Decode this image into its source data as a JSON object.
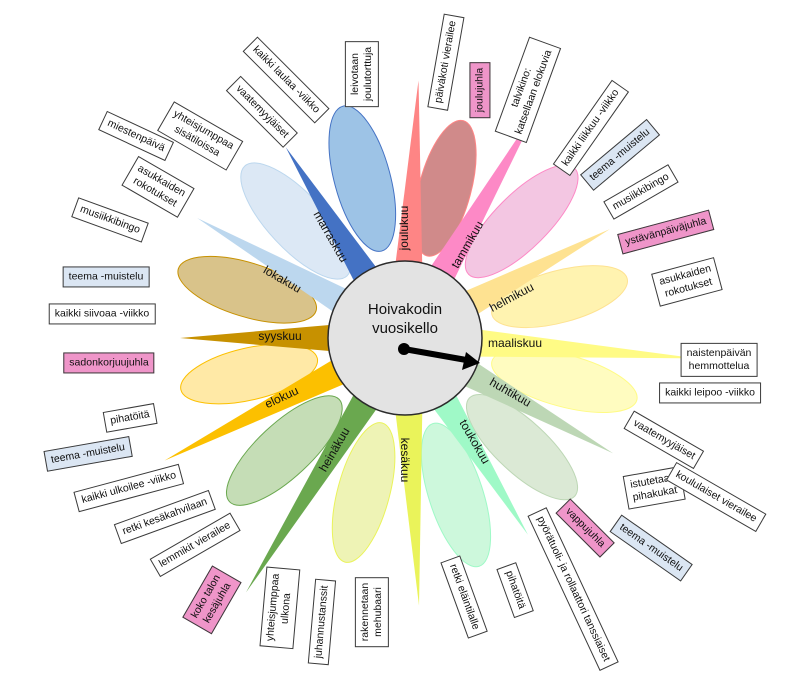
{
  "hub": {
    "title_line1": "Hoivakodin",
    "title_line2": "vuosikello"
  },
  "months": [
    {
      "label": "joulukuu",
      "color": "#fe8585"
    },
    {
      "label": "tammikuu",
      "color": "#fd89c6"
    },
    {
      "label": "helmikuu",
      "color": "#fee291"
    },
    {
      "label": "maaliskuu",
      "color": "#fffb85"
    },
    {
      "label": "huhtikuu",
      "color": "#bdd7b5"
    },
    {
      "label": "toukokuu",
      "color": "#9ff9c7"
    },
    {
      "label": "kesäkuu",
      "color": "#eaf35a"
    },
    {
      "label": "heinäkuu",
      "color": "#6aa84f"
    },
    {
      "label": "elokuu",
      "color": "#fcc000"
    },
    {
      "label": "syyskuu",
      "color": "#c79100"
    },
    {
      "label": "lokakuu",
      "color": "#bcd7ee"
    },
    {
      "label": "marraskuu",
      "color": "#4472c4"
    }
  ],
  "events": [
    {
      "text": "leivotaan\njoulutorttuja",
      "style": "white"
    },
    {
      "text": "päiväkoti vierailee",
      "style": "white"
    },
    {
      "text": "joulujuhla",
      "style": "pink"
    },
    {
      "text": "talvikino:\nkatsellaan elokuvia",
      "style": "white"
    },
    {
      "text": "kaikki liikkuu -viikko",
      "style": "white"
    },
    {
      "text": "teema -muistelu",
      "style": "blue"
    },
    {
      "text": "musiikkibingo",
      "style": "white"
    },
    {
      "text": "ystävänpäiväjuhla",
      "style": "pink"
    },
    {
      "text": "asukkaiden\nrokotukset",
      "style": "white"
    },
    {
      "text": "naistenpäivän\nhemmottelua",
      "style": "white"
    },
    {
      "text": "kaikki leipoo -viikko",
      "style": "white"
    },
    {
      "text": "vaatemyyjäiset",
      "style": "white"
    },
    {
      "text": "istutetaan\npihakukat",
      "style": "white"
    },
    {
      "text": "koululaiset vierailee",
      "style": "white"
    },
    {
      "text": "vappujuhla",
      "style": "pink"
    },
    {
      "text": "teema -muistelu",
      "style": "blue"
    },
    {
      "text": "pyörätuoli- ja rollaattori tanssiaiset",
      "style": "white"
    },
    {
      "text": "pihatöitä",
      "style": "white"
    },
    {
      "text": "retki eläintilalle",
      "style": "white"
    },
    {
      "text": "rakennetaan\nmehubaari",
      "style": "white"
    },
    {
      "text": "juhannustanssit",
      "style": "white"
    },
    {
      "text": "yhteisjumppaa\nulkona",
      "style": "white"
    },
    {
      "text": "koko talon\nkesäjuhla",
      "style": "pink"
    },
    {
      "text": "lemmikit vierailee",
      "style": "white"
    },
    {
      "text": "retki kesäkahvilaan",
      "style": "white"
    },
    {
      "text": "kaikki ulkoilee -viikko",
      "style": "white"
    },
    {
      "text": "teema -muistelu",
      "style": "blue"
    },
    {
      "text": "pihatöitä",
      "style": "white"
    },
    {
      "text": "sadonkorjuujuhla",
      "style": "pink"
    },
    {
      "text": "kaikki siivoaa -viikko",
      "style": "white"
    },
    {
      "text": "teema -muistelu",
      "style": "blue"
    },
    {
      "text": "musiikkibingo",
      "style": "white"
    },
    {
      "text": "asukkaiden\nrokotukset",
      "style": "white"
    },
    {
      "text": "miestenpäivä",
      "style": "white"
    },
    {
      "text": "yhteisjumppaa\nsisätiloissa",
      "style": "white"
    },
    {
      "text": "vaatemyyjäiset",
      "style": "white"
    },
    {
      "text": "kaikki laulaa -viikko",
      "style": "white"
    }
  ]
}
